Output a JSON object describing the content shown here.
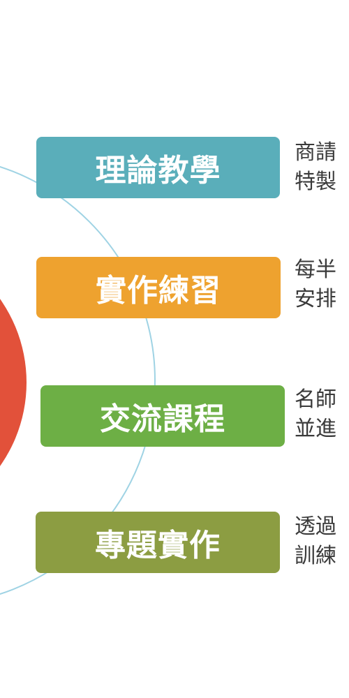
{
  "colors": {
    "ring": "#9fd3e4",
    "center_circle": "#e2513a",
    "text": "#3a3a3a"
  },
  "steps": [
    {
      "label": "理論教學",
      "color": "#5aaeba",
      "desc": [
        "商請",
        "特製"
      ]
    },
    {
      "label": "實作練習",
      "color": "#eea22f",
      "desc": [
        "每半",
        "安排"
      ]
    },
    {
      "label": "交流課程",
      "color": "#6daf45",
      "desc": [
        "名師",
        "並進"
      ]
    },
    {
      "label": "專題實作",
      "color": "#8c9d42",
      "desc": [
        "透過",
        "訓練"
      ]
    }
  ]
}
